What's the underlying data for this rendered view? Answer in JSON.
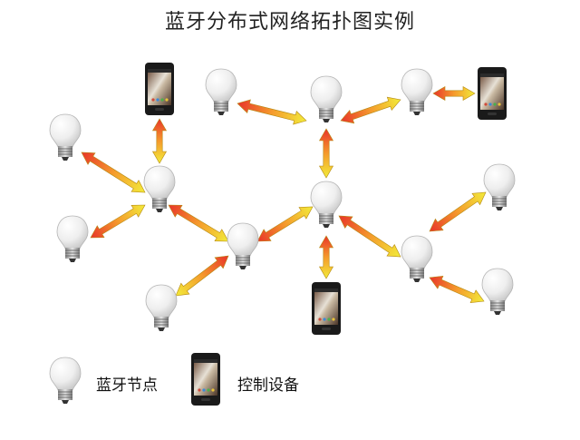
{
  "title": "蓝牙分布式网络拓扑图实例",
  "legend": {
    "node_label": "蓝牙节点",
    "device_label": "控制设备"
  },
  "colors": {
    "arrow_start": "#e8342a",
    "arrow_mid": "#f59a2c",
    "arrow_end": "#f2ec3a",
    "arrow_stroke": "#b58a12"
  },
  "icons": {
    "node": "light-bulb-icon",
    "device": "smartphone-icon"
  }
}
